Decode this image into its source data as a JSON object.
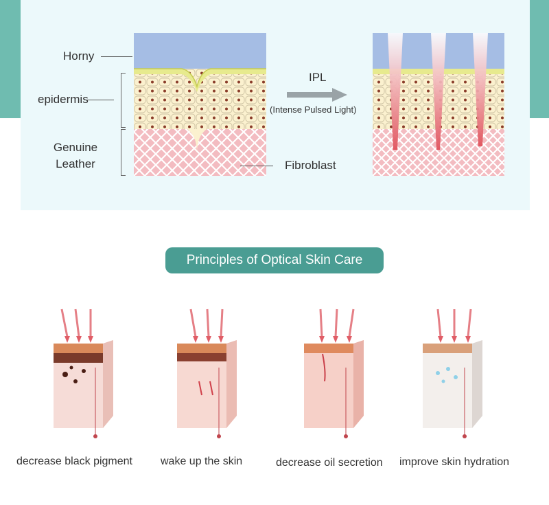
{
  "diagram": {
    "labels": {
      "horny": "Horny",
      "epidermis": "epidermis",
      "genuine_leather": "Genuine Leather",
      "fibroblast": "Fibroblast"
    },
    "ipl_title": "IPL",
    "ipl_subtitle": "(Intense Pulsed Light)"
  },
  "section_title": "Principles of Optical Skin Care",
  "effects": [
    {
      "caption": "decrease black pigment"
    },
    {
      "caption": "wake up the skin"
    },
    {
      "caption": "decrease oil secretion"
    },
    {
      "caption": "improve skin hydration"
    }
  ],
  "colors": {
    "teal_band": "#6fbcb0",
    "pill": "#4a9d93",
    "panel": "#ecf9fb",
    "horny_layer": "#a5bde4",
    "dermis": "#f3bcc1"
  }
}
